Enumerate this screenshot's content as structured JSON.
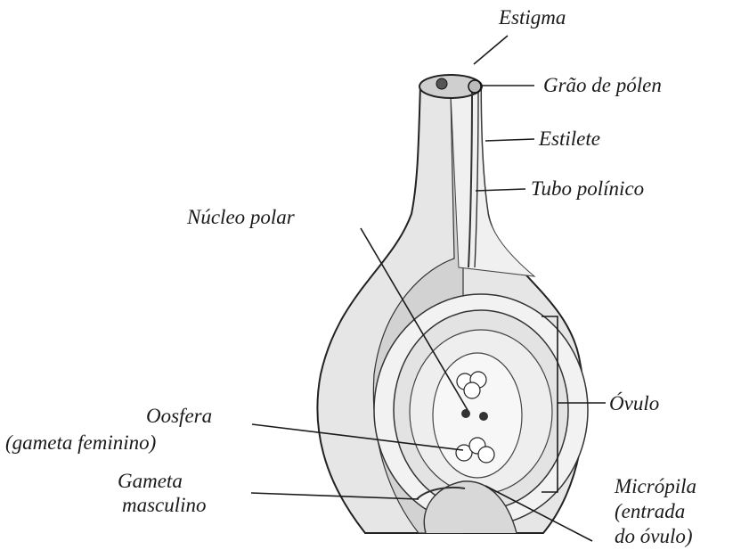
{
  "diagram": {
    "labels": {
      "estigma": "Estigma",
      "grao_polen": "Grão de pólen",
      "estilete": "Estilete",
      "tubo_polinico": "Tubo polínico",
      "nucleo_polar": "Núcleo polar",
      "ovulo": "Óvulo",
      "oosfera_line1": "Oosfera",
      "oosfera_line2": "(gameta feminino)",
      "gameta_line1": "Gameta",
      "gameta_line2": "masculino",
      "micropila_line1": "Micrópila",
      "micropila_line2": "(entrada",
      "micropila_line3": "do óvulo)"
    }
  }
}
